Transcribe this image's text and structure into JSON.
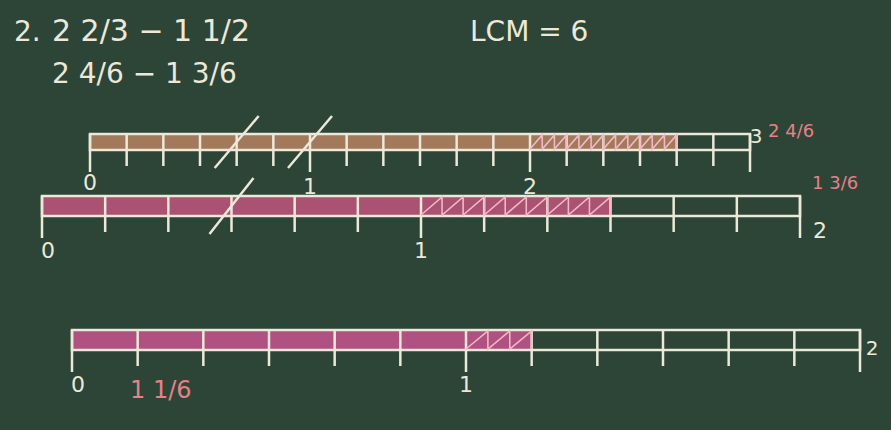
{
  "diagram": {
    "labels": [
      "2.",
      "2 2/3 − 1 1/2",
      "LCM = 6",
      "2 4/6 − 1 3/6",
      "0",
      "1",
      "2",
      "3",
      "2 4/6",
      "0",
      "1",
      "2",
      "1 3/6",
      "0",
      "1",
      "2",
      "1 1/6"
    ]
  }
}
